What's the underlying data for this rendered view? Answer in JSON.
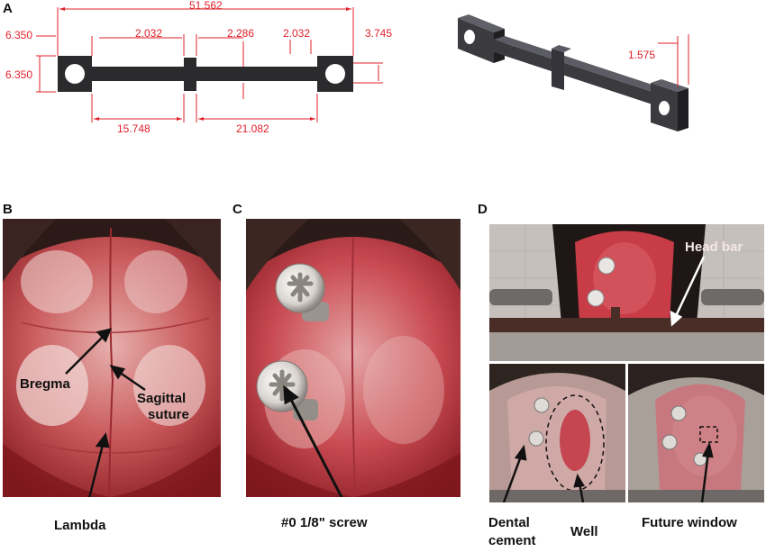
{
  "panels": {
    "a": {
      "letter": "A",
      "dims": {
        "total": "51.562",
        "height_left_top": "6.350",
        "height_left": "6.350",
        "notch_width": "2.032",
        "center_block": "2.286",
        "right_notch": "2.032",
        "right_height": "3.745",
        "left_span": "15.748",
        "right_span": "21.082",
        "thickness": "1.575"
      }
    },
    "b": {
      "letter": "B",
      "labels": {
        "bregma": "Bregma",
        "sagittal1": "Sagittal",
        "sagittal2": "suture",
        "lambda": "Lambda"
      }
    },
    "c": {
      "letter": "C",
      "labels": {
        "screw": "#0 1/8\" screw"
      }
    },
    "d": {
      "letter": "D",
      "labels": {
        "head_bar": "Head bar",
        "dental1": "Dental",
        "dental2": "cement",
        "well": "Well",
        "future_window": "Future window"
      }
    }
  },
  "colors": {
    "dimension": "#e0202a",
    "part": "#2b2b2e",
    "tissue": "#b8343a"
  }
}
